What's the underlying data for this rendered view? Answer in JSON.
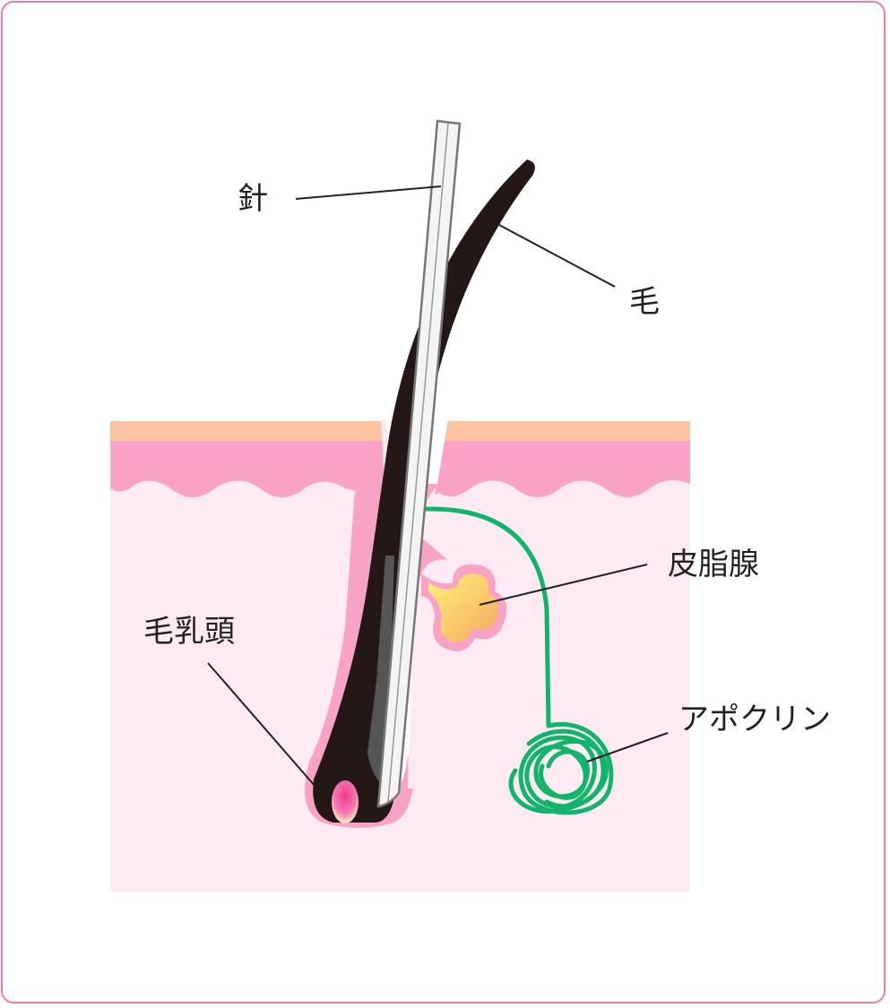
{
  "labels": {
    "needle": "針",
    "hair": "毛",
    "sebaceous_gland": "皮脂腺",
    "dermal_papilla": "毛乳頭",
    "apocrine": "アポクリン"
  },
  "colors": {
    "border": "#f07aa6",
    "skin_top": "#fbc3a0",
    "epidermis": "#f8a3c6",
    "dermis": "#fdeaf2",
    "hair": "#231815",
    "gland_duct": "#10b46a"
  }
}
